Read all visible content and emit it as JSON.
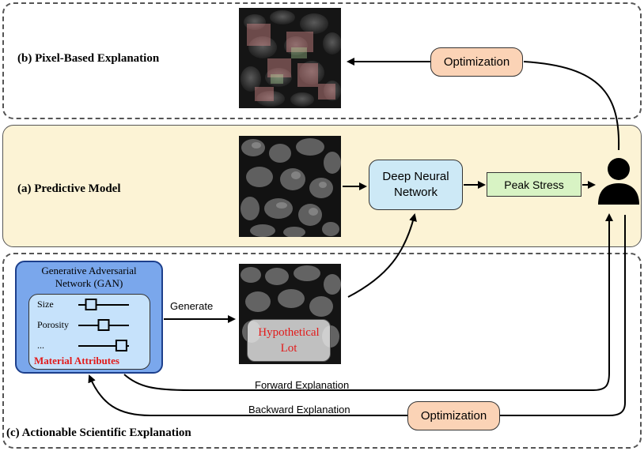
{
  "panels": {
    "pixel": {
      "label": "(b) Pixel-Based Explanation"
    },
    "predictive": {
      "label": "(a) Predictive Model"
    },
    "actionable": {
      "label": "(c) Actionable Scientific Explanation"
    }
  },
  "nodes": {
    "optimization_top": "Optimization",
    "dnn_line1": "Deep Neural",
    "dnn_line2": "Network",
    "peak_stress": "Peak Stress",
    "gan_line1": "Generative Adversarial",
    "gan_line2": "Network (GAN)",
    "attributes": [
      "Size",
      "Porosity",
      "..."
    ],
    "attributes_title": "Material Attributes",
    "hypothetical_line1": "Hypothetical",
    "hypothetical_line2": "Lot",
    "optimization_bottom": "Optimization"
  },
  "edges": {
    "generate": "Generate",
    "forward": "Forward Explanation",
    "backward": "Backward Explanation"
  },
  "sliders": [
    0.25,
    0.5,
    0.85
  ],
  "colors": {
    "predictive_bg": "#fcf3d5",
    "optimization_bg": "#fbd3b6",
    "dnn_bg": "#cde9f6",
    "peak_stress_bg": "#d8f3c4",
    "gan_bg": "#7aa7ec",
    "attr_bg": "#c6e2fb",
    "highlight_text": "#e21a1a"
  },
  "icons": {
    "user": "user-icon"
  }
}
